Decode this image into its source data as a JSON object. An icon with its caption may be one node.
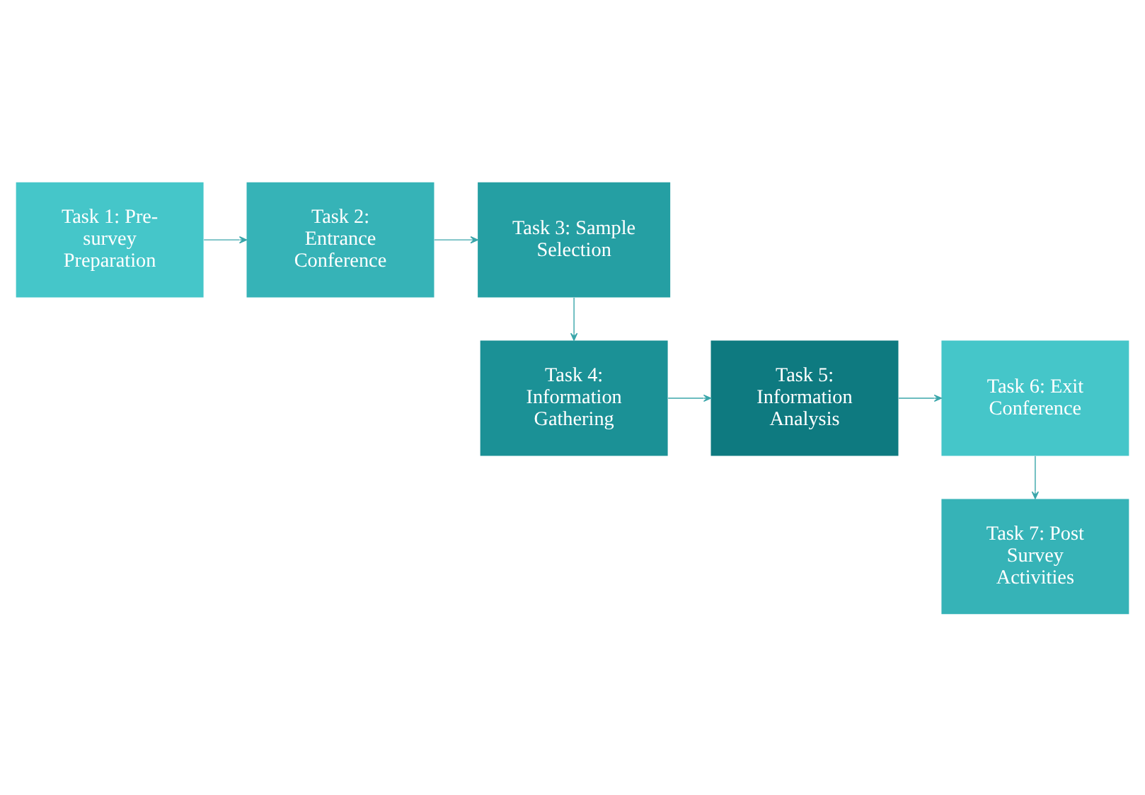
{
  "diagram": {
    "nodes": [
      {
        "text": [
          "Task 1: Pre-survey Preparation"
        ]
      },
      {
        "text": [
          "Task 2: Entrance Conference"
        ]
      },
      {
        "text": [
          "Task 3: Sample Selection"
        ]
      },
      {
        "text": [
          "Task 4: Information Gathering"
        ]
      },
      {
        "text": [
          "Task 5: Information Analysis"
        ]
      },
      {
        "text": [
          "Task 6: Exit Conference"
        ]
      },
      {
        "text": [
          "Task 7: Post Survey Activities"
        ]
      }
    ],
    "edges": [
      {
        "from": 0,
        "to": 1,
        "arrow": "to"
      },
      {
        "from": 1,
        "to": 2,
        "arrow": "to"
      },
      {
        "from": 2,
        "to": 3,
        "arrow": "to"
      },
      {
        "from": 3,
        "to": 4,
        "arrow": "to"
      },
      {
        "from": 4,
        "to": 5,
        "arrow": "to"
      },
      {
        "from": 5,
        "to": 6,
        "arrow": "to"
      }
    ]
  }
}
